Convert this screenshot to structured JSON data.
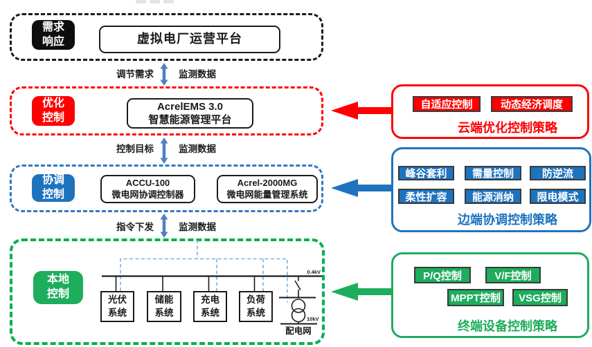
{
  "layers": {
    "demand": {
      "tag": "需求\n响应",
      "title": "虚拟电厂运营平台"
    },
    "optimize": {
      "tag": "优化\n控制",
      "title_line1": "AcrelEMS 3.0",
      "title_line2": "智慧能源管理平台"
    },
    "coordinate": {
      "tag": "协调\n控制",
      "box1_line1": "ACCU-100",
      "box1_line2": "微电网协调控制器",
      "box2_line1": "Acrel-2000MG",
      "box2_line2": "微电网能量管理系统"
    },
    "local": {
      "tag": "本地\n控制",
      "devices": [
        "光伏\n系统",
        "储能\n系统",
        "充电\n系统",
        "负荷\n系统"
      ],
      "bus_voltage": "0.4kV",
      "grid_voltage": "10kV",
      "grid_label": "配电网"
    }
  },
  "links": [
    {
      "down": "调节需求",
      "up": "监测数据"
    },
    {
      "down": "控制目标",
      "up": "监测数据"
    },
    {
      "down": "指令下发",
      "up": "监测数据"
    }
  ],
  "strategies": {
    "cloud": {
      "caption": "云端优化控制策略",
      "items": [
        "自适应控制",
        "动态经济调度"
      ]
    },
    "edge": {
      "caption": "边端协调控制策略",
      "items": [
        "峰谷套利",
        "需量控制",
        "防逆流",
        "柔性扩容",
        "能源消纳",
        "限电模式"
      ]
    },
    "device": {
      "caption": "终端设备控制策略",
      "items": [
        "P/Q控制",
        "V/F控制",
        "MPPT控制",
        "VSG控制"
      ]
    }
  },
  "colors": {
    "black": "#1a1a1a",
    "red": "#FE0000",
    "blue": "#1E73BE",
    "blue_dash": "#2E79C4",
    "green": "#1EAD5C",
    "green_dash": "#00B050",
    "link_arrow": "#4F81BD",
    "comm_line": "#7FAFE0",
    "pill_border": "#3A3A3A"
  }
}
